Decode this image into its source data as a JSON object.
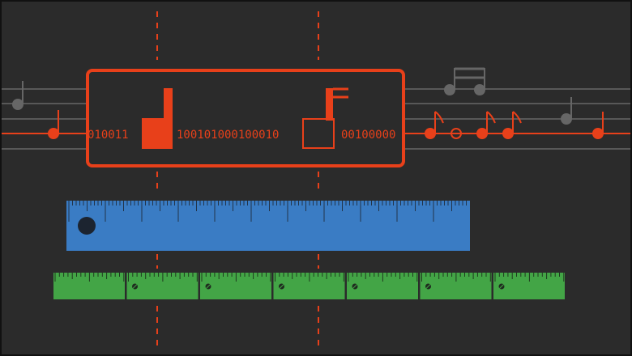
{
  "illustration": {
    "binary_strings": [
      "010011",
      "100101000100010",
      "00100000"
    ],
    "colors": {
      "background": "#2b2b2b",
      "staff_gray": "#585858",
      "note_gray": "#666666",
      "accent": "#e8401a",
      "ruler_blue": "#3a7cc4",
      "ruler_blue_ticks": "#22344a",
      "ruler_green": "#43a546",
      "ruler_green_ticks": "#1f3a1f"
    },
    "icons": [
      "note-icon",
      "beamed-eighth-notes-icon",
      "eighth-note-icon",
      "open-note-icon",
      "filled-square-icon",
      "outlined-square-icon",
      "screw-hole-icon",
      "screw-icon"
    ],
    "segmented_ruler": {
      "segments": 7
    }
  }
}
